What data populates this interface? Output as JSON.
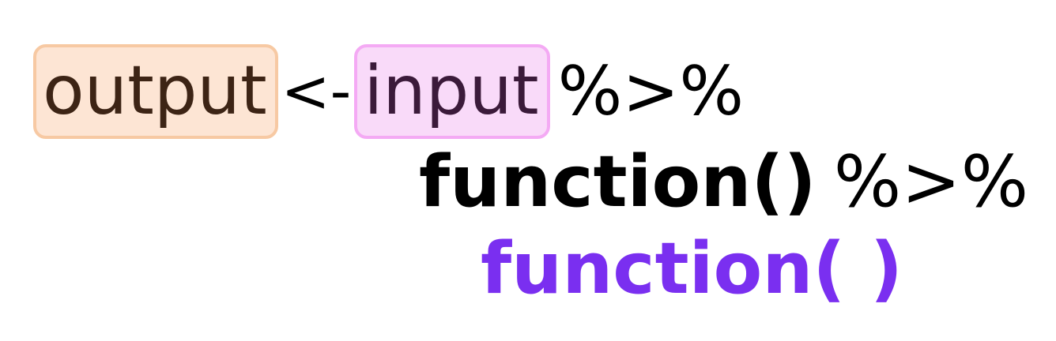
{
  "code": {
    "line1": {
      "output": "output",
      "assign": "<-",
      "input": "input",
      "pipe": "%>%"
    },
    "line2": {
      "function_call": "function()",
      "pipe": "%>%"
    },
    "line3": {
      "function_call": "function( )"
    }
  },
  "colors": {
    "output_box_fill": "#fde5d4",
    "output_box_border": "#f7c9a3",
    "input_box_fill": "#f9daf9",
    "input_box_border": "#f4aaf4",
    "highlight_function": "#7a2ff0",
    "text": "#000000"
  }
}
